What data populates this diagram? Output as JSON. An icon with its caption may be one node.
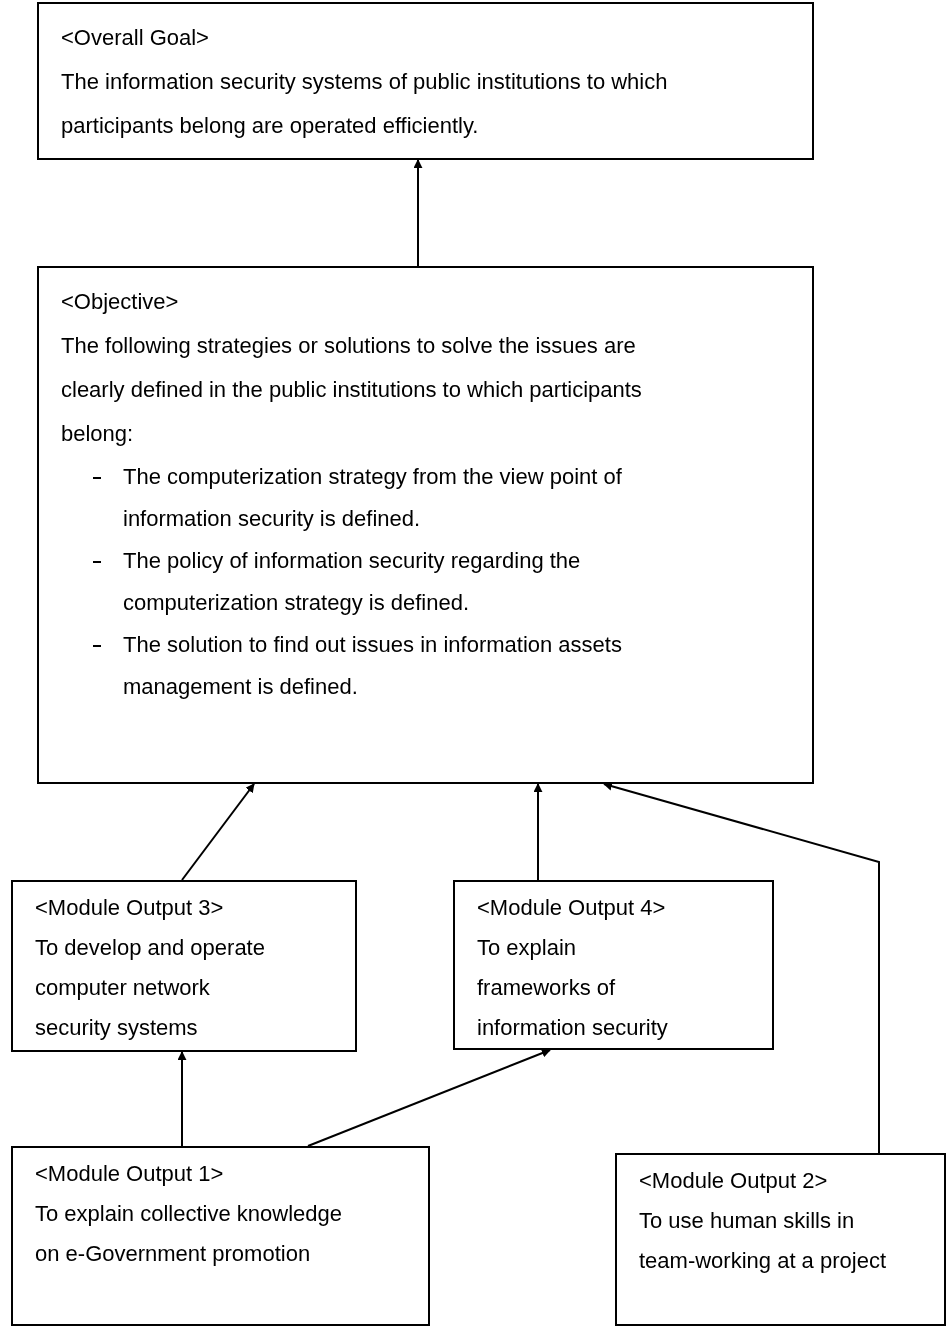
{
  "diagram": {
    "nodes": [
      {
        "text": [
          "<Overall Goal>",
          "The information security systems of public institutions to which participants belong are operated efficiently."
        ]
      },
      {
        "text": [
          "<Objective>",
          "The following strategies or solutions to solve the issues are clearly defined in the public institutions to which participants belong:",
          "The computerization strategy from the view point of information security is defined.",
          "The policy of information security regarding the computerization strategy is defined.",
          "The solution to find out issues in information assets management is defined."
        ]
      },
      {
        "text": [
          "<Module Output 3>",
          "To develop and operate computer network security systems"
        ]
      },
      {
        "text": [
          "<Module Output 4>",
          "To explain frameworks of information security"
        ]
      },
      {
        "text": [
          "<Module Output 1>",
          "To explain collective knowledge on e-Government promotion"
        ]
      },
      {
        "text": [
          "<Module Output 2>",
          "To use human skills in team-working at a project"
        ]
      }
    ],
    "edges": [
      {
        "from": 1,
        "to": 0,
        "arrow": "to"
      },
      {
        "from": 2,
        "to": 1,
        "arrow": "to"
      },
      {
        "from": 3,
        "to": 1,
        "arrow": "to"
      },
      {
        "from": 5,
        "to": 1,
        "arrow": "to"
      },
      {
        "from": 4,
        "to": 2,
        "arrow": "to"
      },
      {
        "from": 4,
        "to": 3,
        "arrow": "to"
      }
    ]
  }
}
